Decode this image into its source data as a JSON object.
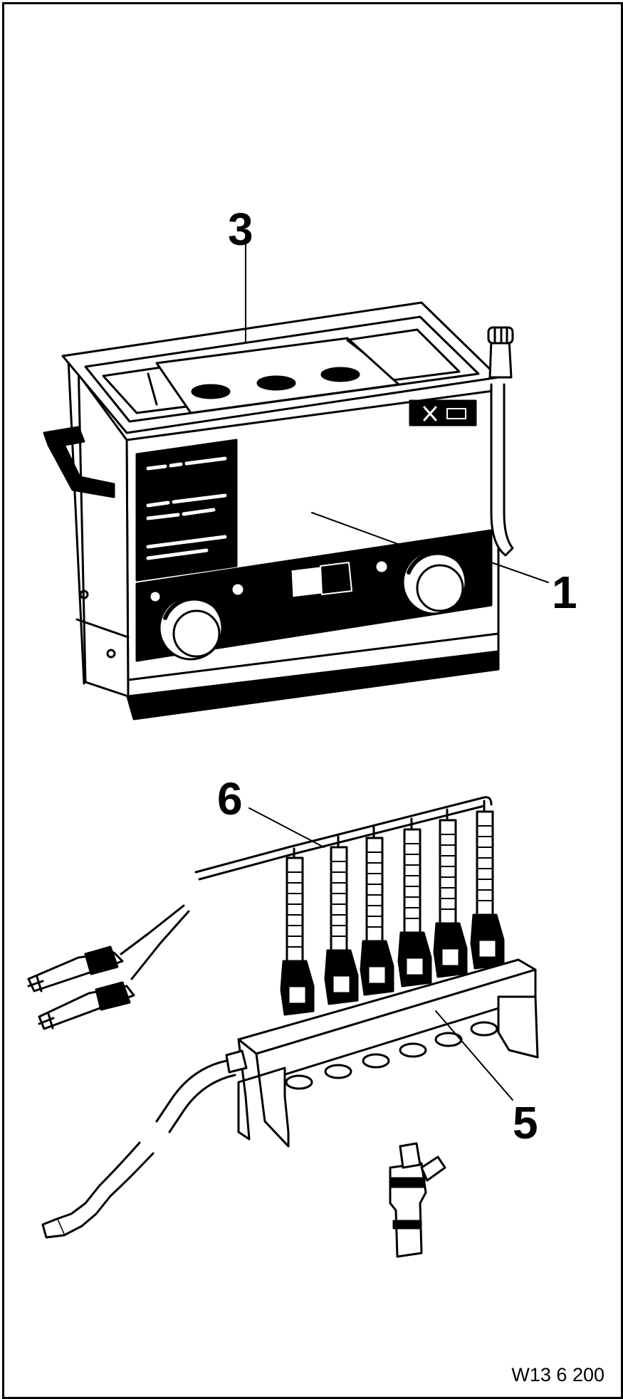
{
  "callouts": {
    "label_3": "3",
    "label_1": "1",
    "label_6": "6",
    "label_5": "5"
  },
  "reference_code": "W13 6 200",
  "colors": {
    "ink": "#000000",
    "paper": "#ffffff"
  }
}
